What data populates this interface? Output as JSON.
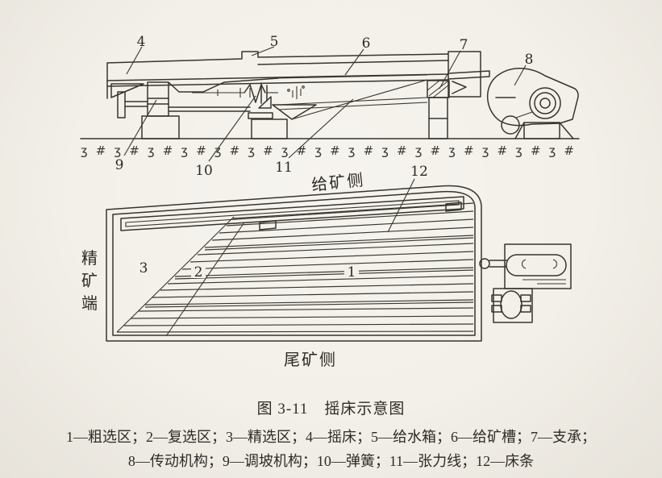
{
  "figure": {
    "caption": "图 3-11　摇床示意图",
    "legend_line1": "1—粗选区；2—复选区；3—精选区；4—摇床；5—给水箱；6—给矿槽；7—支承；",
    "legend_line2": "8—传动机构；9—调坡机构；10—弹簧；11—张力线；12—床条"
  },
  "side_view": {
    "callouts": {
      "c4": "4",
      "c5": "5",
      "c6": "6",
      "c7": "7",
      "c8": "8",
      "c9": "9",
      "c10": "10",
      "c11": "11"
    },
    "ground_hatch": "ʒ # ʒ # ʒ # ʒ # ʒ # ʒ # ʒ # ʒ # ʒ # ʒ # ʒ # ʒ # ʒ # ʒ # ʒ #"
  },
  "plan_view": {
    "callouts": {
      "c1": "1",
      "c2": "2",
      "c3": "3",
      "c12": "12"
    },
    "feed_side": "给矿侧",
    "tailings_side": "尾矿侧",
    "concentrate_end": {
      "char1": "精",
      "char2": "矿",
      "char3": "端"
    }
  }
}
